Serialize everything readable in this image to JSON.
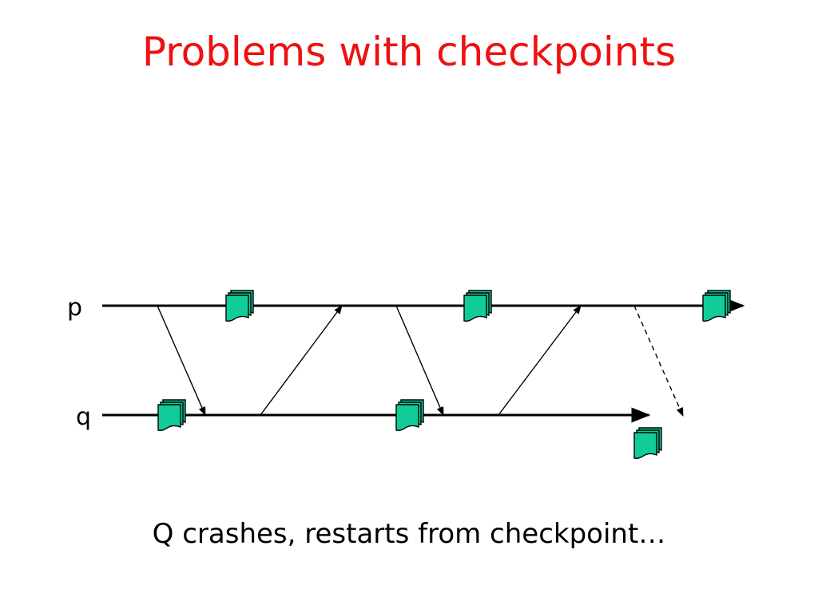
{
  "title": {
    "text": "Problems with checkpoints",
    "color": "#ee1111"
  },
  "processes": {
    "p_label": "p",
    "q_label": "q"
  },
  "caption": "Q crashes, restarts from checkpoint…",
  "colors": {
    "checkpoint_fill": "#11cc99",
    "line": "#000000"
  },
  "icons": {
    "checkpoint": "checkpoint-stack-icon"
  }
}
